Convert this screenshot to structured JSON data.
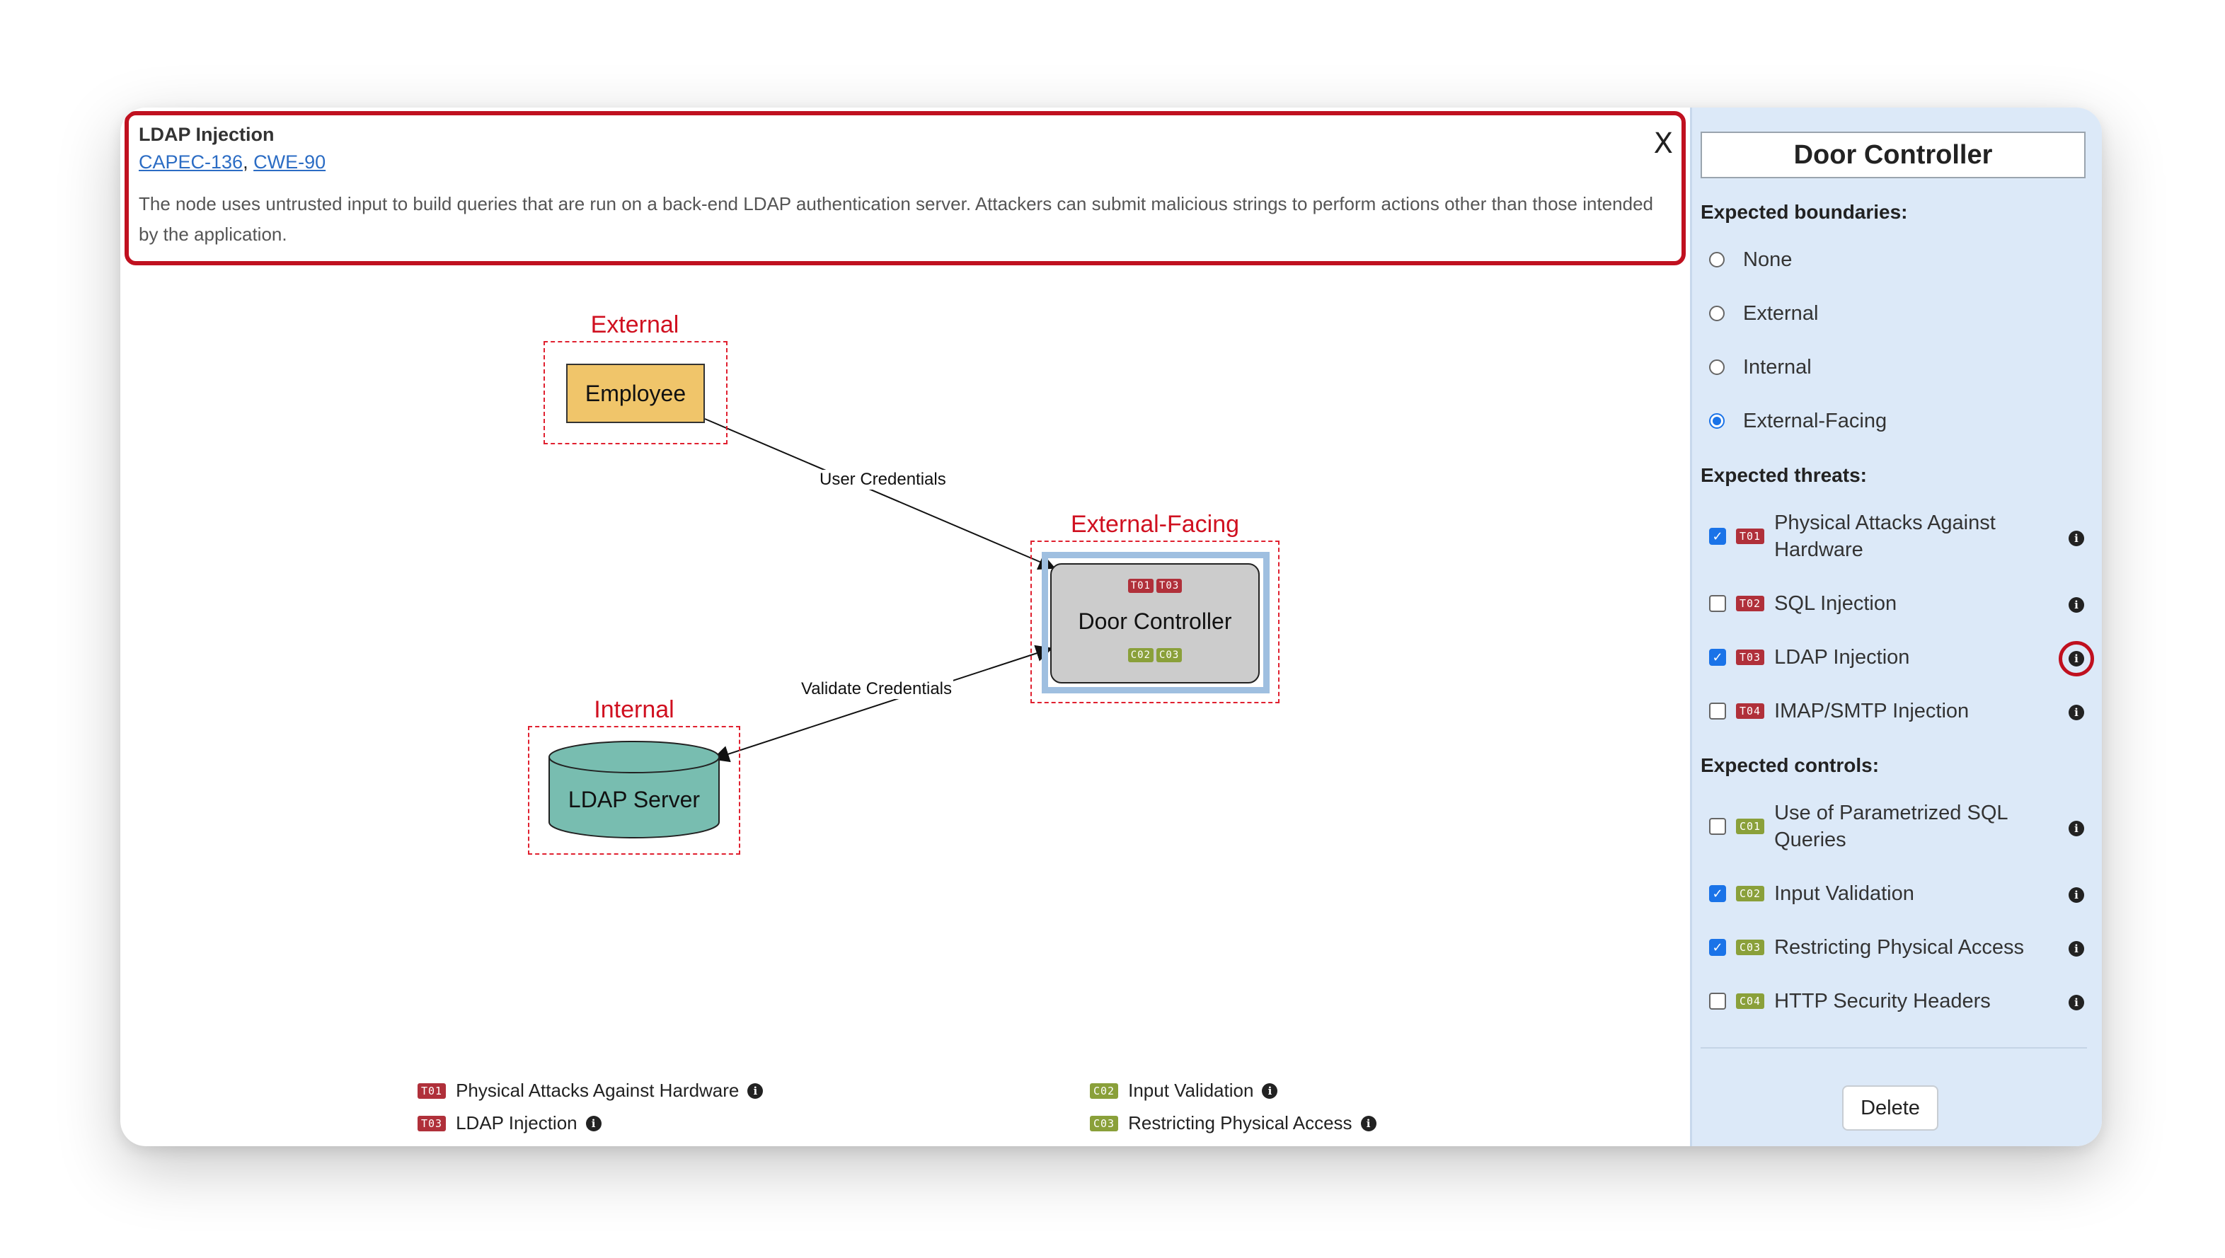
{
  "info": {
    "title": "LDAP Injection",
    "ref1": "CAPEC-136",
    "ref_sep": ",",
    "ref2": "CWE-90",
    "description": "The node uses untrusted input to build queries that are run on a back-end LDAP authentication server. Attackers can submit malicious strings to perform actions other than those intended by the application.",
    "close": "X"
  },
  "diagram": {
    "boundaries": {
      "external": "External",
      "external_facing": "External-Facing",
      "internal": "Internal"
    },
    "nodes": {
      "employee": "Employee",
      "door_controller": "Door Controller",
      "ldap_server": "LDAP Server"
    },
    "door_threat_tags": [
      "T01",
      "T03"
    ],
    "door_control_tags": [
      "C02",
      "C03"
    ],
    "edges": {
      "user_credentials": "User Credentials",
      "validate_credentials": "Validate Credentials"
    },
    "legend": {
      "threats": [
        {
          "code": "T01",
          "label": "Physical Attacks Against Hardware"
        },
        {
          "code": "T03",
          "label": "LDAP Injection"
        }
      ],
      "controls": [
        {
          "code": "C02",
          "label": "Input Validation"
        },
        {
          "code": "C03",
          "label": "Restricting Physical Access"
        }
      ]
    }
  },
  "panel": {
    "title": "Door Controller",
    "boundaries_heading": "Expected boundaries:",
    "boundaries": [
      {
        "label": "None",
        "selected": false
      },
      {
        "label": "External",
        "selected": false
      },
      {
        "label": "Internal",
        "selected": false
      },
      {
        "label": "External-Facing",
        "selected": true
      }
    ],
    "threats_heading": "Expected threats:",
    "threats": [
      {
        "code": "T01",
        "label": "Physical Attacks Against Hardware",
        "checked": true
      },
      {
        "code": "T02",
        "label": "SQL Injection",
        "checked": false
      },
      {
        "code": "T03",
        "label": "LDAP Injection",
        "checked": true
      },
      {
        "code": "T04",
        "label": "IMAP/SMTP Injection",
        "checked": false
      }
    ],
    "controls_heading": "Expected controls:",
    "controls": [
      {
        "code": "C01",
        "label": "Use of Parametrized SQL Queries",
        "checked": false
      },
      {
        "code": "C02",
        "label": "Input Validation",
        "checked": true
      },
      {
        "code": "C03",
        "label": "Restricting Physical Access",
        "checked": true
      },
      {
        "code": "C04",
        "label": "HTTP Security Headers",
        "checked": false
      }
    ],
    "delete_label": "Delete"
  },
  "icons": {
    "info": "i",
    "check": "✓"
  },
  "colors": {
    "threat_tag": "#b0303a",
    "control_tag": "#8aa03a",
    "highlight": "#c0101f",
    "boundary": "#e0202f",
    "panel_bg": "#dce9f8",
    "employee_fill": "#f0c56a",
    "ldap_fill": "#78bdb0",
    "selected": "#1a73e8"
  }
}
